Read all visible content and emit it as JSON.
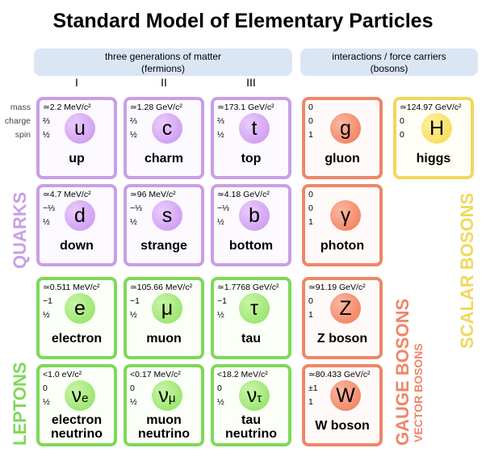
{
  "title": "Standard Model of Elementary Particles",
  "banners": {
    "fermions_line1": "three generations of matter",
    "fermions_line2": "(fermions)",
    "bosons_line1": "interactions / force carriers",
    "bosons_line2": "(bosons)"
  },
  "generations": [
    "I",
    "II",
    "III"
  ],
  "row_labels": {
    "mass": "mass",
    "charge": "charge",
    "spin": "spin"
  },
  "group_labels": {
    "quarks": "QUARKS",
    "leptons": "LEPTONS",
    "gauge_bosons": "GAUGE BOSONS",
    "vector_bosons": "VECTOR BOSONS",
    "scalar_bosons": "SCALAR BOSONS"
  },
  "colors": {
    "quark": "#c89fe6",
    "lepton": "#7ed957",
    "gauge": "#ef8668",
    "scalar": "#f0d85a",
    "banner": "#dbe6f5"
  },
  "particles": {
    "up": {
      "mass": "≃2.2 MeV/c²",
      "charge": "⅔",
      "spin": "½",
      "symbol": "u",
      "name": "up"
    },
    "charm": {
      "mass": "≃1.28 GeV/c²",
      "charge": "⅔",
      "spin": "½",
      "symbol": "c",
      "name": "charm"
    },
    "top": {
      "mass": "≃173.1 GeV/c²",
      "charge": "⅔",
      "spin": "½",
      "symbol": "t",
      "name": "top"
    },
    "gluon": {
      "mass": "0",
      "charge": "0",
      "spin": "1",
      "symbol": "g",
      "name": "gluon"
    },
    "higgs": {
      "mass": "≃124.97 GeV/c²",
      "charge": "0",
      "spin": "0",
      "symbol": "H",
      "name": "higgs"
    },
    "down": {
      "mass": "≃4.7 MeV/c²",
      "charge": "−⅓",
      "spin": "½",
      "symbol": "d",
      "name": "down"
    },
    "strange": {
      "mass": "≃96 MeV/c²",
      "charge": "−⅓",
      "spin": "½",
      "symbol": "s",
      "name": "strange"
    },
    "bottom": {
      "mass": "≃4.18 GeV/c²",
      "charge": "−⅓",
      "spin": "½",
      "symbol": "b",
      "name": "bottom"
    },
    "photon": {
      "mass": "0",
      "charge": "0",
      "spin": "1",
      "symbol": "γ",
      "name": "photon"
    },
    "electron": {
      "mass": "≃0.511 MeV/c²",
      "charge": "−1",
      "spin": "½",
      "symbol": "e",
      "name": "electron"
    },
    "muon": {
      "mass": "≃105.66 MeV/c²",
      "charge": "−1",
      "spin": "½",
      "symbol": "μ",
      "name": "muon"
    },
    "tau": {
      "mass": "≃1.7768 GeV/c²",
      "charge": "−1",
      "spin": "½",
      "symbol": "τ",
      "name": "tau"
    },
    "zboson": {
      "mass": "≃91.19 GeV/c²",
      "charge": "0",
      "spin": "1",
      "symbol": "Z",
      "name": "Z boson"
    },
    "nue": {
      "mass": "<1.0 eV/c²",
      "charge": "0",
      "spin": "½",
      "symbol": "ν",
      "sub": "e",
      "name1": "electron",
      "name2": "neutrino"
    },
    "numu": {
      "mass": "<0.17 MeV/c²",
      "charge": "0",
      "spin": "½",
      "symbol": "ν",
      "sub": "μ",
      "name1": "muon",
      "name2": "neutrino"
    },
    "nutau": {
      "mass": "<18.2 MeV/c²",
      "charge": "0",
      "spin": "½",
      "symbol": "ν",
      "sub": "τ",
      "name1": "tau",
      "name2": "neutrino"
    },
    "wboson": {
      "mass": "≃80.433 GeV/c²",
      "charge": "±1",
      "spin": "1",
      "symbol": "W",
      "name": "W boson"
    }
  }
}
